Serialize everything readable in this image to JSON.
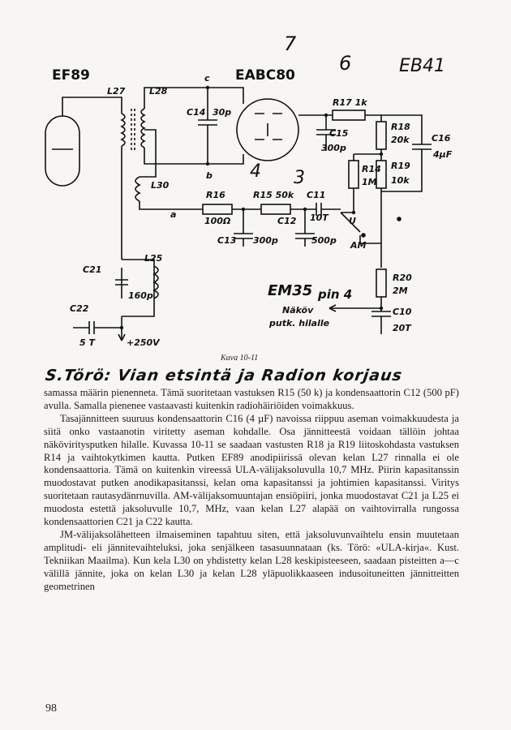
{
  "schematic": {
    "tube1": "EF89",
    "tube2": "EABC80",
    "hand_top_right": "EB41",
    "hand_7": "7",
    "hand_6": "6",
    "hand_4": "4",
    "hand_3": "3",
    "L27": "L27",
    "L28": "L28",
    "L30": "L30",
    "L25": "L25",
    "C14": "C14",
    "C14v": "30p",
    "C15": "C15",
    "C15v": "300p",
    "C16": "C16",
    "C16v": "4µF",
    "R17": "R17 1k",
    "R18": "R18",
    "R18v": "20k",
    "R19": "R19",
    "R19v": "10k",
    "R14": "R14",
    "R14v": "1M",
    "R16": "R16",
    "R16v": "100Ω",
    "R15": "R15 50k",
    "C11": "C11",
    "C11v": "10T",
    "C12": "C12",
    "C13": "C13",
    "C13v": "300p",
    "C12v": "500p",
    "nodeA": "a",
    "nodeB": "b",
    "nodeC": "c",
    "switchU": "U",
    "switchAM": "AM",
    "R20": "R20",
    "R20v": "2M",
    "C10": "C10",
    "C10v": "20T",
    "C21": "C21",
    "C21v": "160p",
    "C22": "C22",
    "C22v": "5 T",
    "supply": "+250V",
    "em35": "EM35",
    "pin4": "pin 4",
    "nakov": "Näköv",
    "putk": "putk. hilalle"
  },
  "caption": "Kuva 10-11",
  "handnote": "S.Törö: Vian etsintä ja Radion korjaus",
  "paragraphs": [
    "samassa määrin pienenneta. Tämä suoritetaan vastuksen R15 (50 k) ja kondensaattorin C12 (500 pF) avulla. Samalla pienenee vastaavasti kuitenkin radiohäiriöiden voimakkuus.",
    "Tasajännitteen suuruus kondensaattorin C16 (4 µF) navoissa riippuu aseman voimakkuudesta ja siitä onko vastaanotin viritetty aseman kohdalle. Osa jännitteestä voidaan tällöin johtaa näköviritysputken hilalle. Kuvassa 10-11 se saadaan vastusten R18 ja R19 liitoskohdasta vastuksen R14 ja vaihtokytkimen kautta. Putken EF89 anodipiirissä olevan kelan L27 rinnalla ei ole kondensaattoria. Tämä on kuitenkin vireessä ULA-välijaksoluvulla 10,7 MHz. Piirin kapasitanssin muodostavat putken anodikapasitanssi, kelan oma kapasitanssi ja johtimien kapasitanssi. Viritys suoritetaan rautasydänrnuvilla. AM-välijaksomuuntajan ensiöpiiri, jonka muodostavat C21 ja L25 ei muodosta estettä jaksoluvulle 10,7, MHz, vaan kelan L27 alapää on vaihtovirralla rungossa kondensaattorien C21 ja C22 kautta.",
    "JM-välijaksolähetteen ilmaiseminen tapahtuu siten, että jaksoluvunvaihtelu ensin muutetaan amplitudi- eli jännitevaihteluksi, joka senjälkeen tasasuunnataan (ks. Törö: «ULA-kirja«. Kust. Tekniikan Maailma). Kun kela L30 on yhdistetty kelan L28 keskipisteeseen, saadaan pisteitten a—c välillä jännite, joka on kelan L30 ja kelan L28 yläpuolikkaaseen indusoituneitten jännitteitten geometrinen"
  ],
  "page_number": "98"
}
